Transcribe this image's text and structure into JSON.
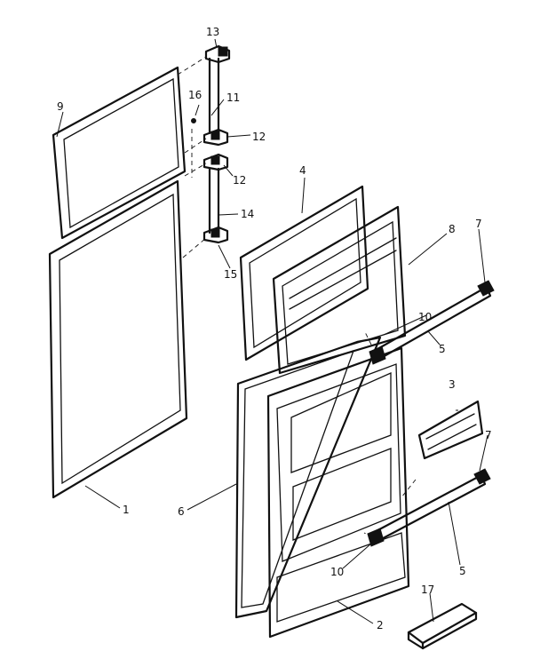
{
  "labels": {
    "p1": "1",
    "p2": "2",
    "p3": "3",
    "p4": "4",
    "p5a": "5",
    "p5b": "5",
    "p6": "6",
    "p7a": "7",
    "p7b": "7",
    "p8": "8",
    "p9": "9",
    "p10a": "10",
    "p10b": "10",
    "p11": "11",
    "p12a": "12",
    "p12b": "12",
    "p13": "13",
    "p14": "14",
    "p15": "15",
    "p16": "16",
    "p17": "17"
  }
}
